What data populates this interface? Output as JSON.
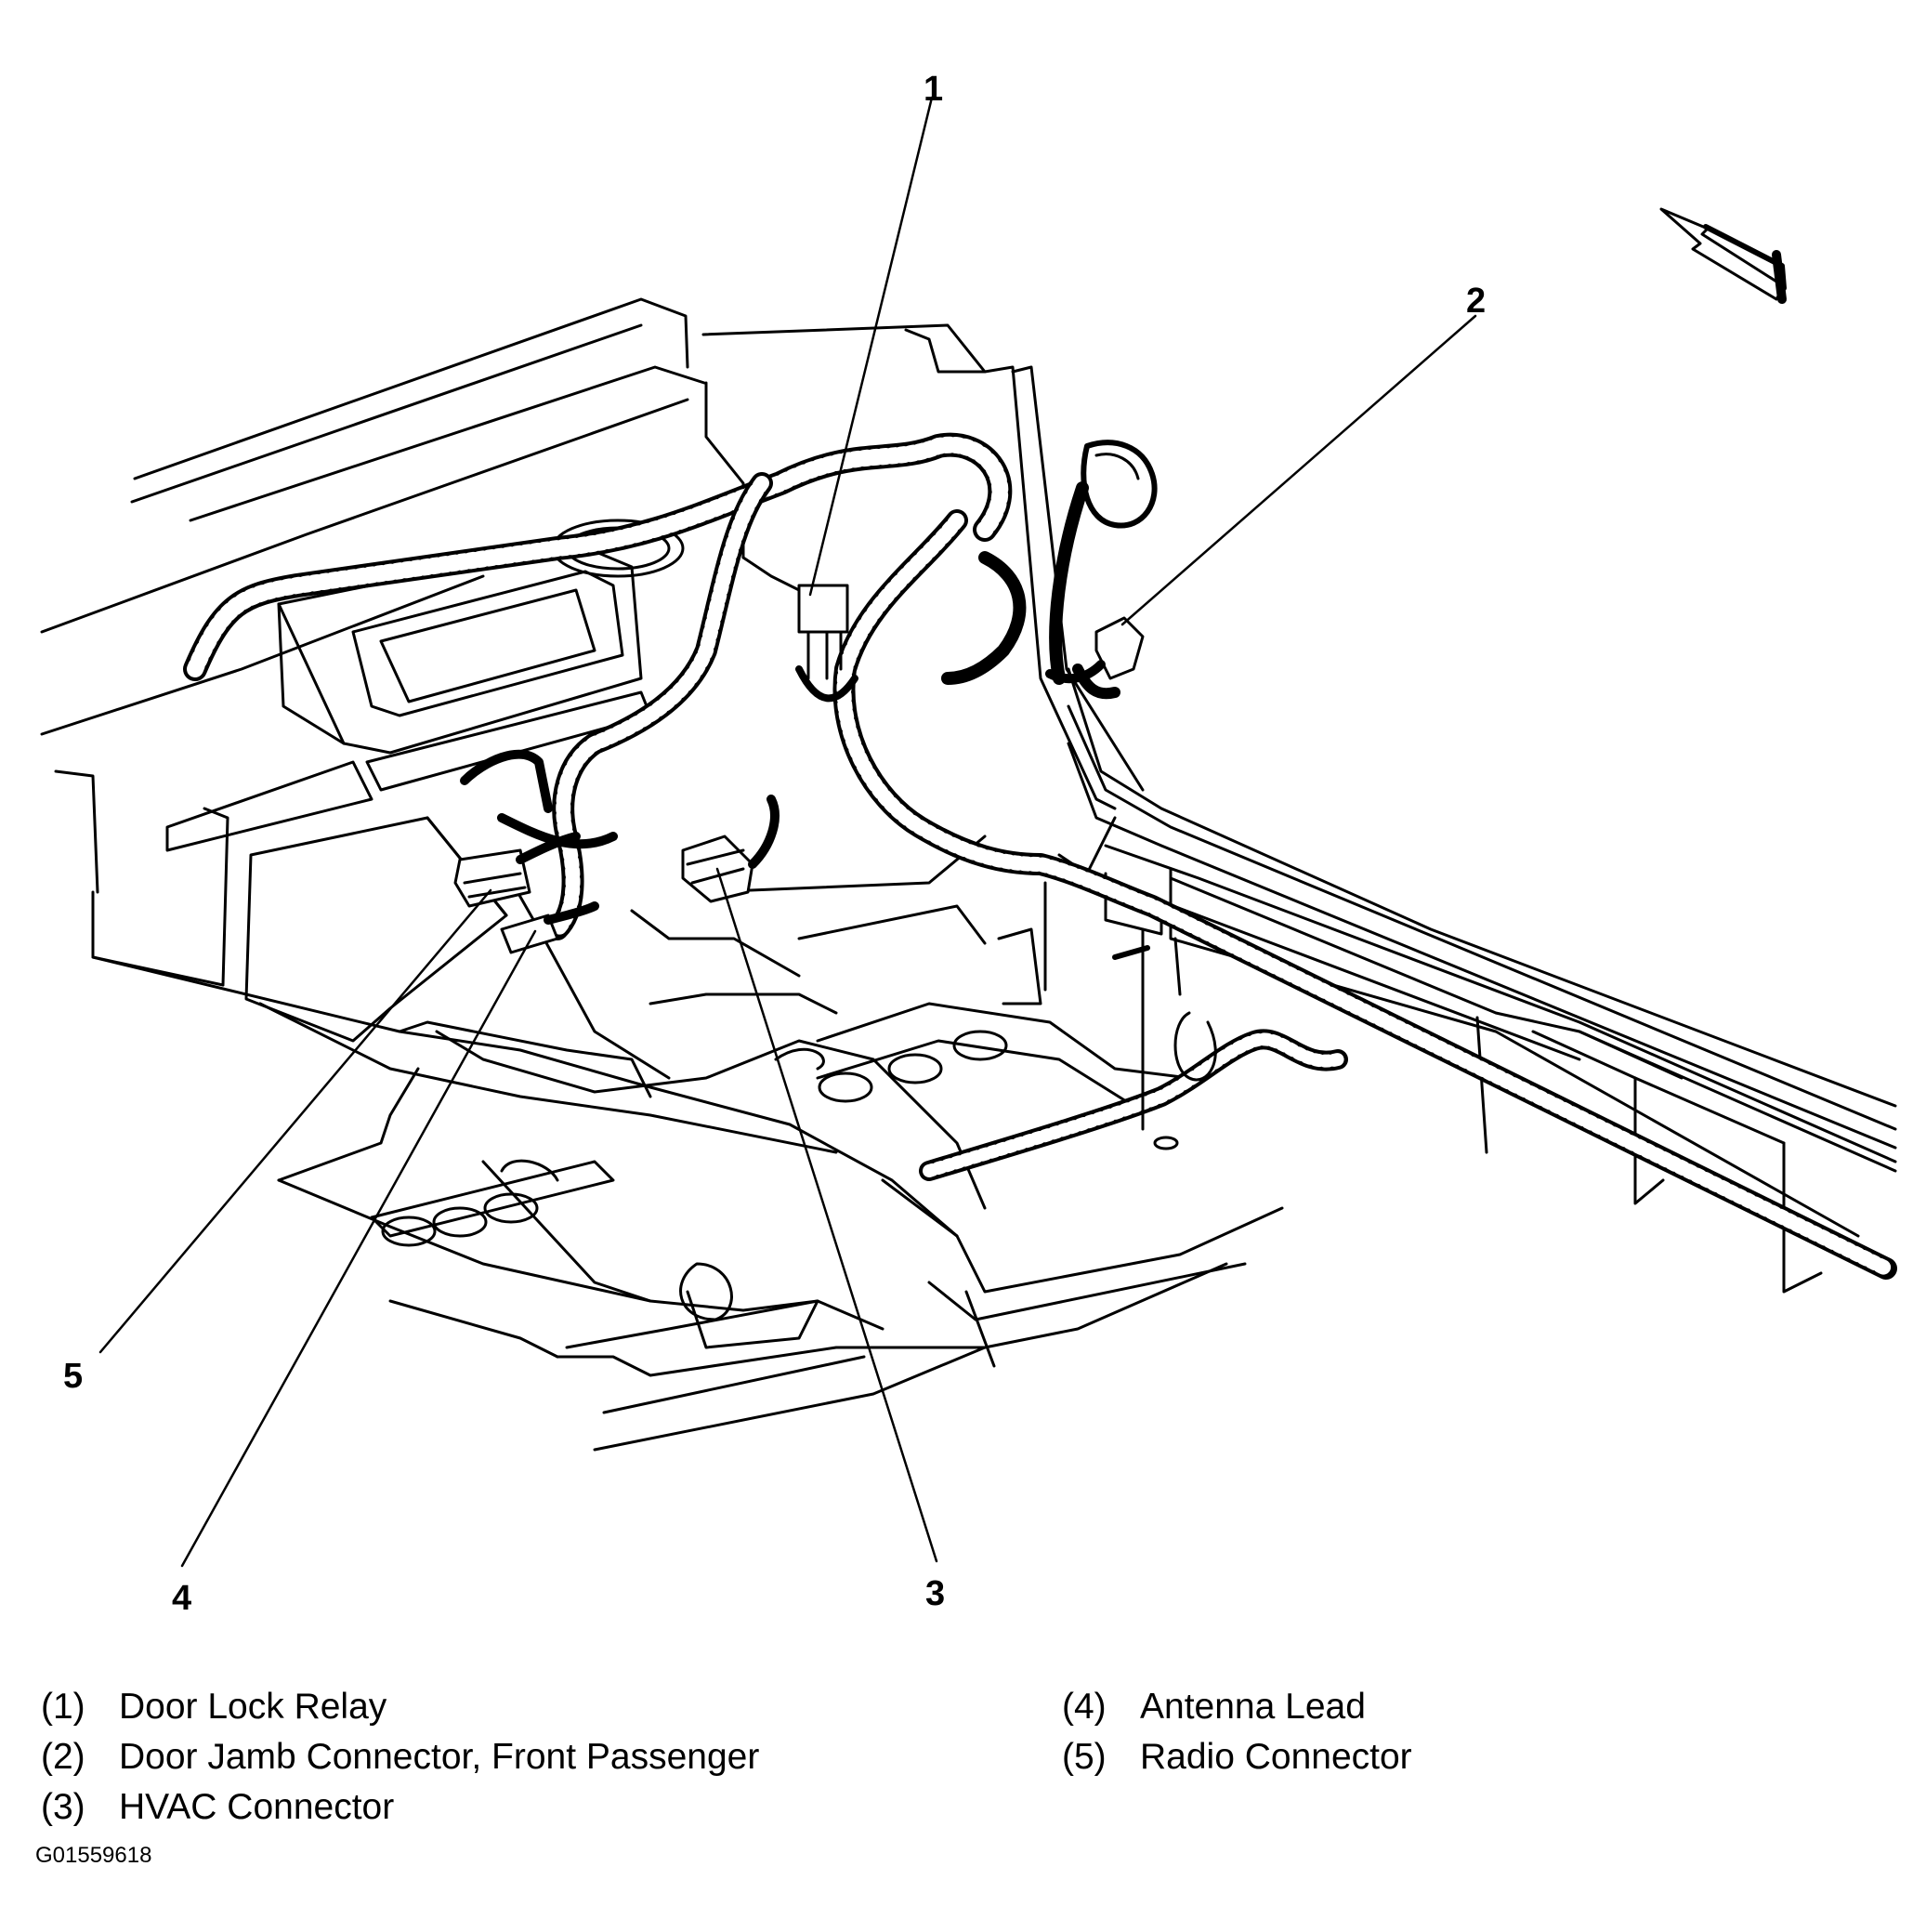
{
  "figure_id": "G01559618",
  "callouts": [
    "1",
    "2",
    "3",
    "4",
    "5"
  ],
  "legend": {
    "left": [
      {
        "num": "(1)",
        "label": "Door Lock Relay"
      },
      {
        "num": "(2)",
        "label": "Door Jamb Connector, Front Passenger"
      },
      {
        "num": "(3)",
        "label": "HVAC Connector"
      }
    ],
    "right": [
      {
        "num": "(4)",
        "label": "Antenna Lead"
      },
      {
        "num": "(5)",
        "label": "Radio Connector"
      }
    ]
  }
}
